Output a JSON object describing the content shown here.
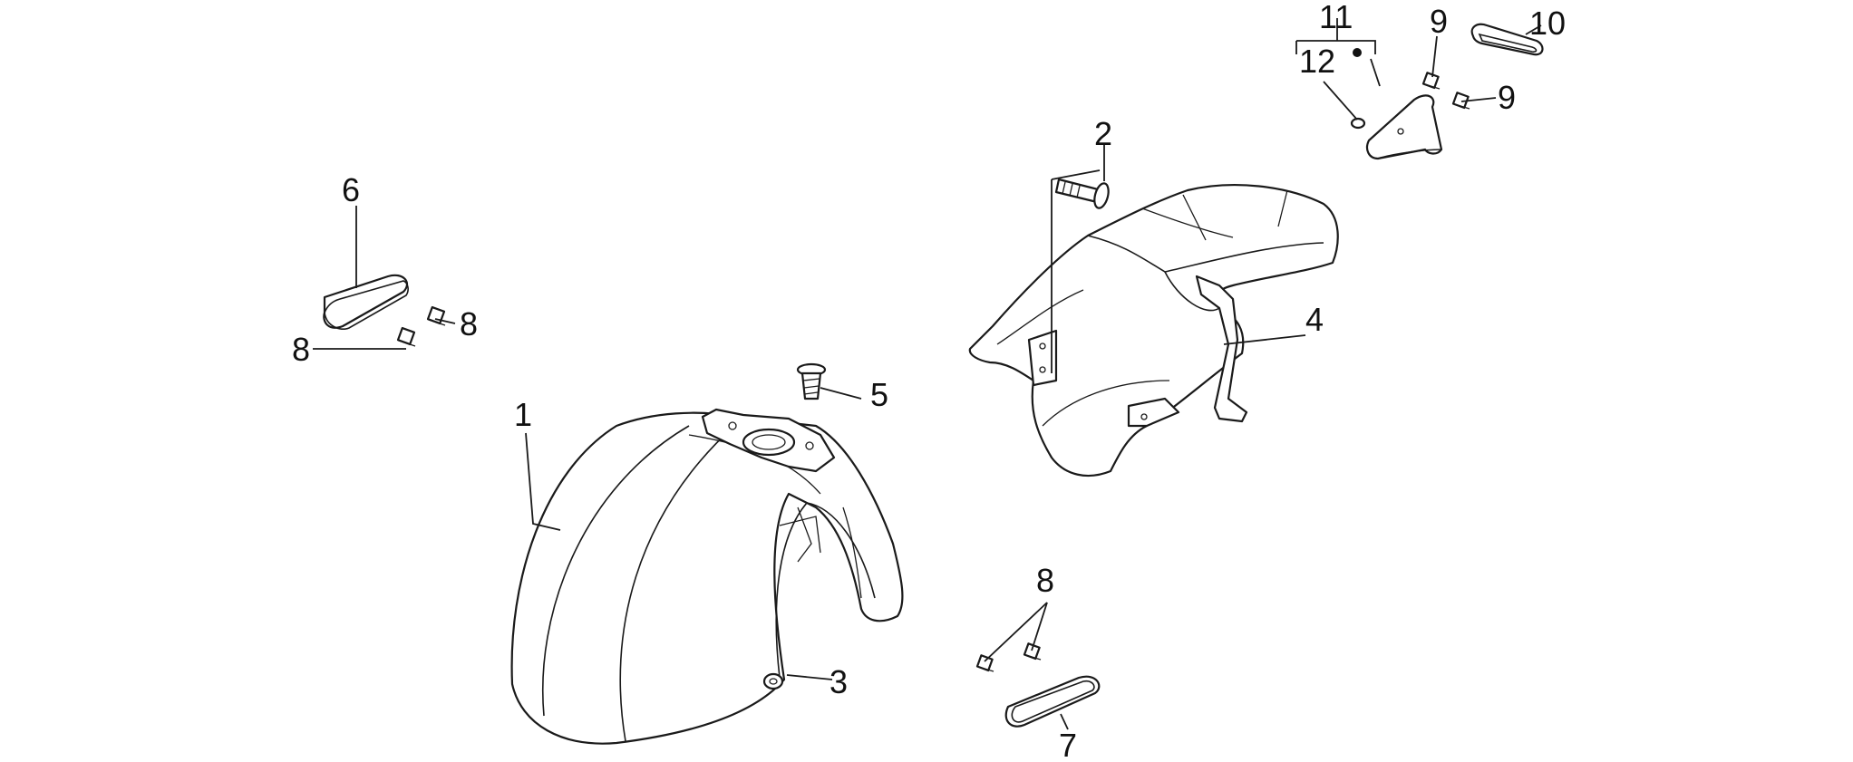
{
  "diagram": {
    "callouts": [
      {
        "id": "c1",
        "text": "1"
      },
      {
        "id": "c2",
        "text": "2"
      },
      {
        "id": "c3",
        "text": "3"
      },
      {
        "id": "c4",
        "text": "4"
      },
      {
        "id": "c5",
        "text": "5"
      },
      {
        "id": "c6",
        "text": "6"
      },
      {
        "id": "c7",
        "text": "7"
      },
      {
        "id": "c8a",
        "text": "8"
      },
      {
        "id": "c8b",
        "text": "8"
      },
      {
        "id": "c8c",
        "text": "8"
      },
      {
        "id": "c9a",
        "text": "9"
      },
      {
        "id": "c9b",
        "text": "9"
      },
      {
        "id": "c10",
        "text": "10"
      },
      {
        "id": "c11",
        "text": "11"
      },
      {
        "id": "c12",
        "text": "12"
      }
    ]
  }
}
